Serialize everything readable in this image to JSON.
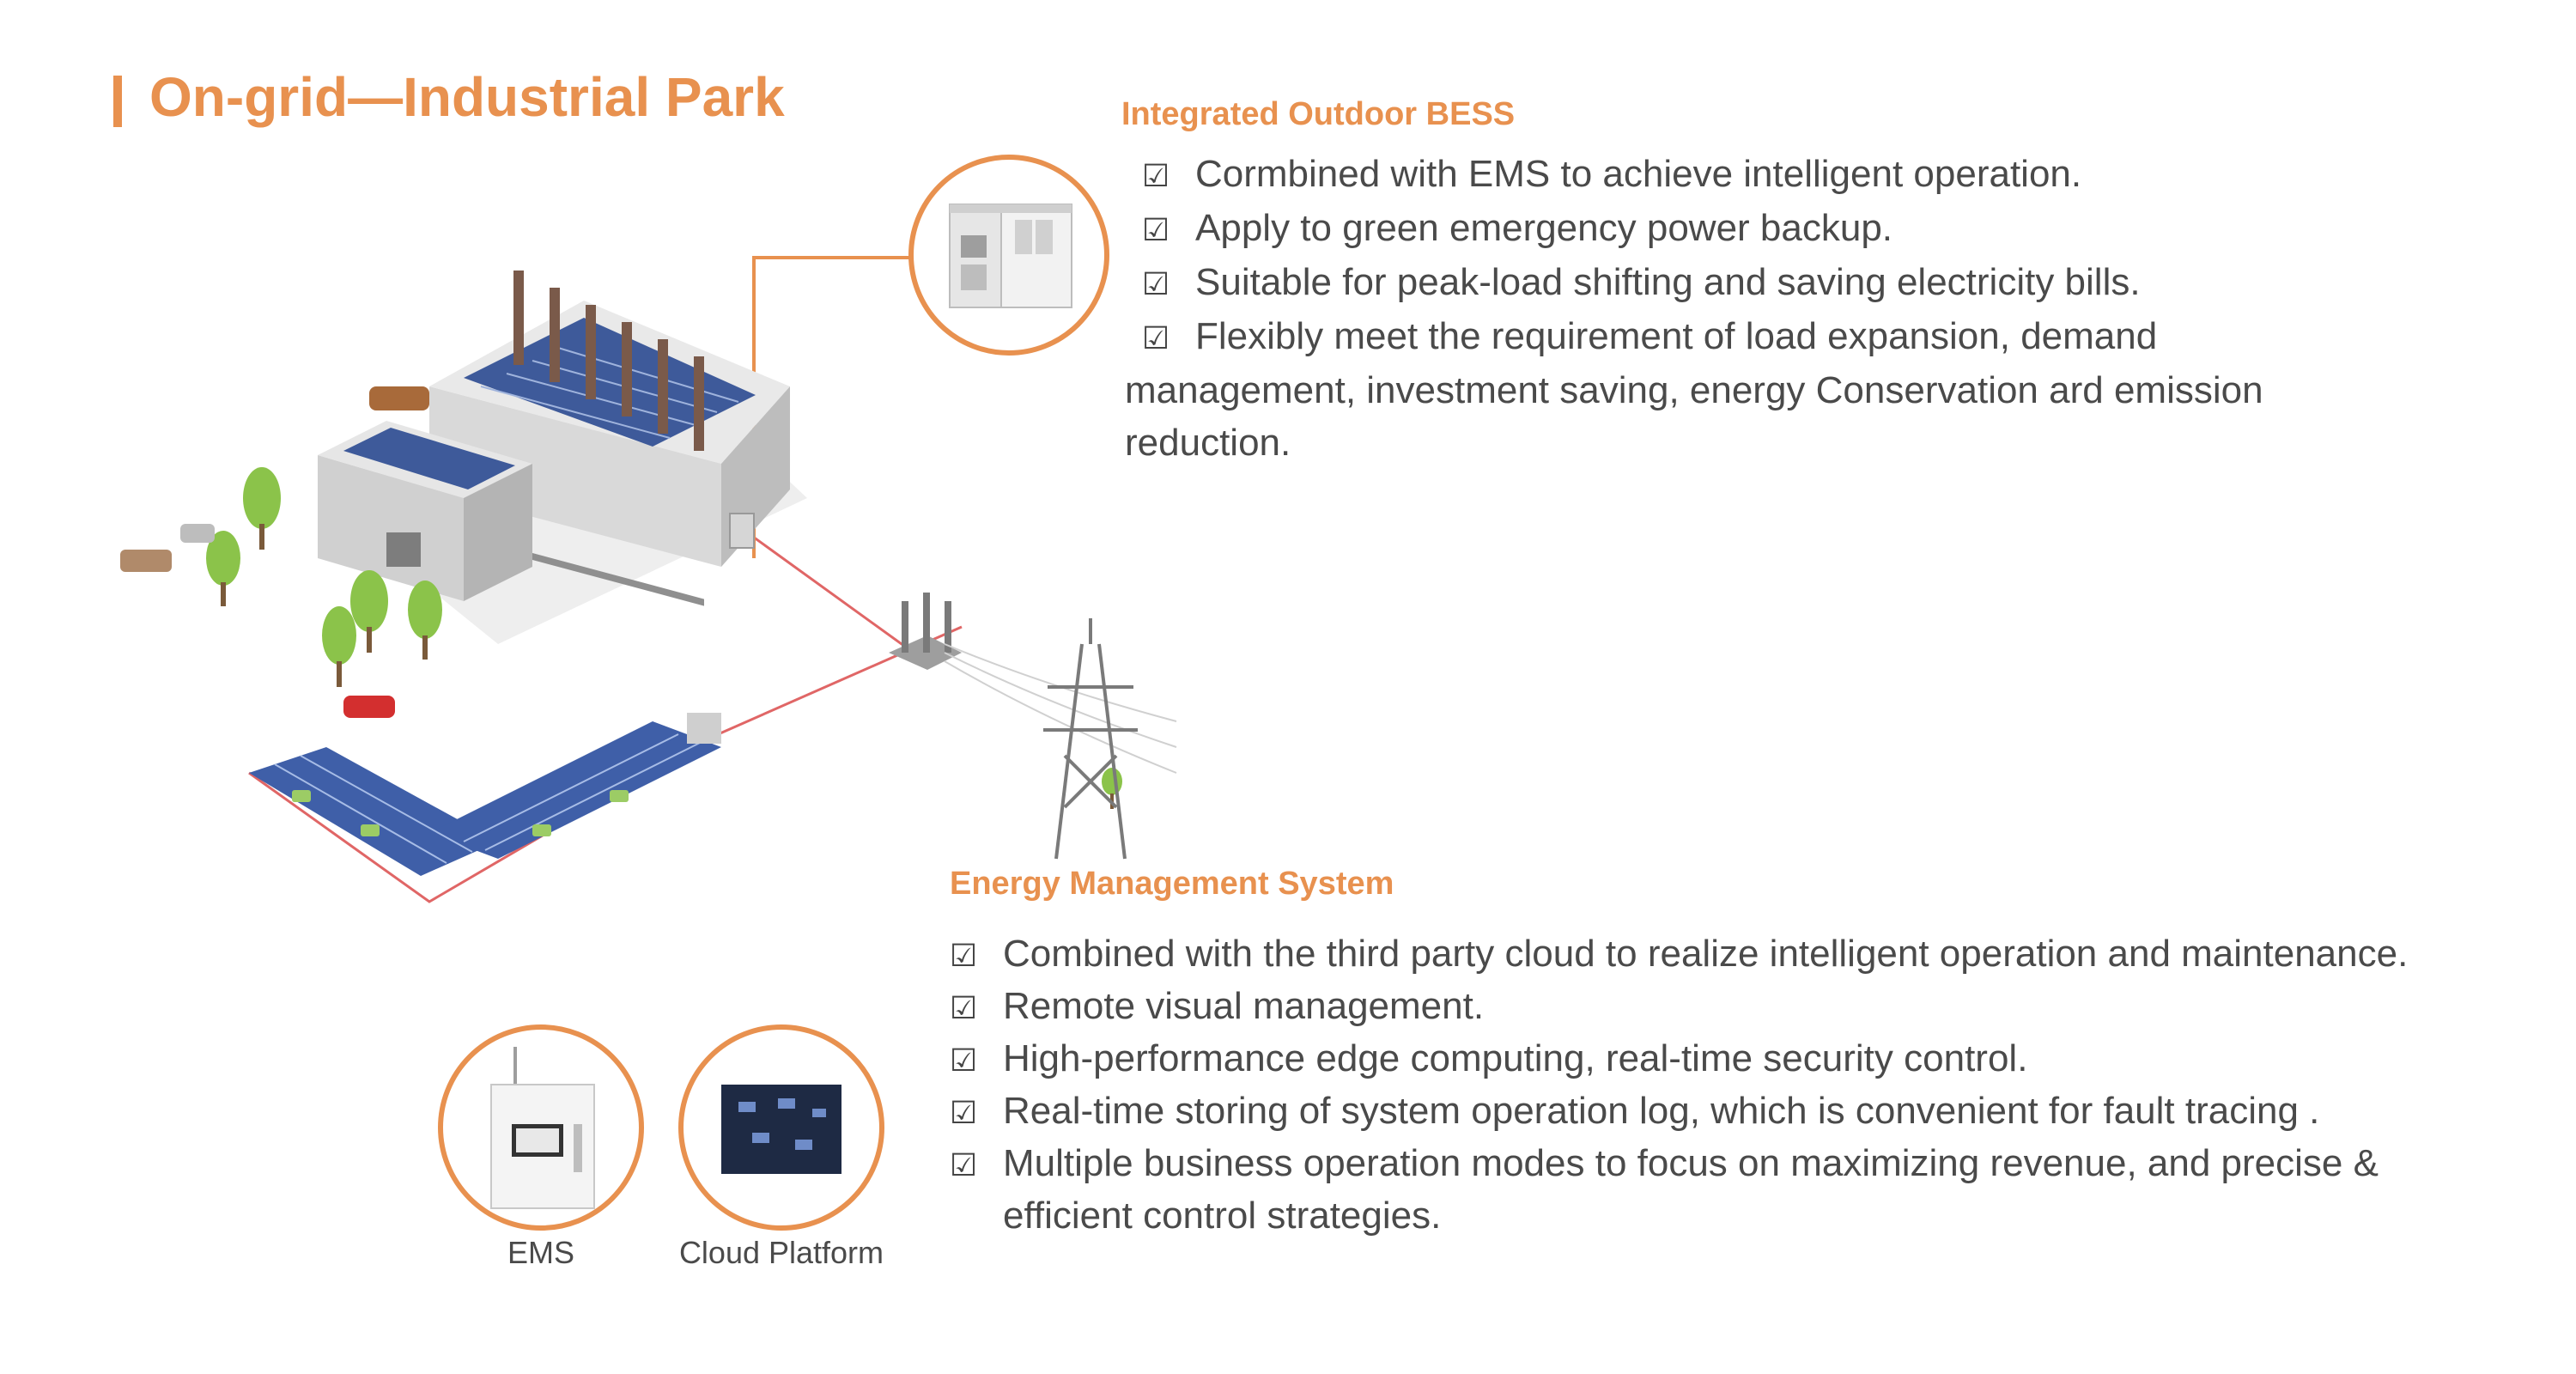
{
  "title": "On-grid—Industrial Park",
  "bess": {
    "heading": "Integrated Outdoor BESS",
    "items": [
      "Cormbined with EMS to achieve intelligent operation.",
      "Apply to green emergency power backup.",
      "Suitable for peak-load shifting and saving electricity bills.",
      "Flexibly meet the requirement of load expansion, demand management, investment saving, energy Conservation ard emission reduction."
    ]
  },
  "ems": {
    "heading": "Energy Management System",
    "items": [
      "Combined with the third party cloud to realize intelligent operation and maintenance.",
      "Remote visual management.",
      "High-performance edge computing, real-time security control.",
      "Real-time storing of system operation log, which is convenient for fault tracing .",
      "Multiple business operation modes to focus on maximizing revenue, and precise & efficient control strategies."
    ]
  },
  "captions": {
    "ems": "EMS",
    "cloud": "Cloud Platform"
  },
  "icons": {
    "check": "check-icon"
  },
  "colors": {
    "accent": "#e8914f",
    "text": "#4a4a4a",
    "line": "#e06666"
  }
}
